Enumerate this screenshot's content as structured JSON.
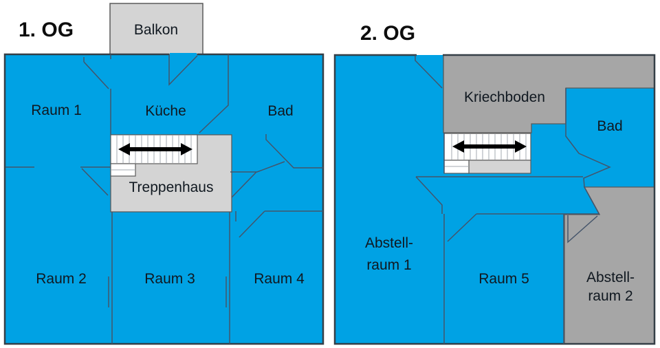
{
  "diagram_type": "building floor plan, two storeys",
  "floor1": {
    "title": "1. OG",
    "rooms": {
      "balkon": "Balkon",
      "raum1": "Raum 1",
      "kueche": "Küche",
      "bad": "Bad",
      "treppenhaus": "Treppenhaus",
      "raum2": "Raum 2",
      "raum3": "Raum 3",
      "raum4": "Raum 4"
    }
  },
  "floor2": {
    "title": "2. OG",
    "rooms": {
      "kriechboden": "Kriechboden",
      "bad": "Bad",
      "abstellraum1_line1": "Abstell-",
      "abstellraum1_line2": "raum 1",
      "raum5": "Raum 5",
      "abstellraum2_line1": "Abstell-",
      "abstellraum2_line2": "raum 2"
    }
  },
  "icons": {
    "stairs_direction": "double-headed-arrow"
  },
  "colors": {
    "background": "#FFFFFF",
    "room_cyan": "#00A2E4",
    "light_gray": "#D4D4D4",
    "dark_gray": "#A6A6A6",
    "wall_line": "#44546A",
    "outline": "#5A5A5A",
    "border": "#353F47",
    "tread_line": "#A3AAB0",
    "arrow_black": "#000000",
    "text": "#101820"
  }
}
